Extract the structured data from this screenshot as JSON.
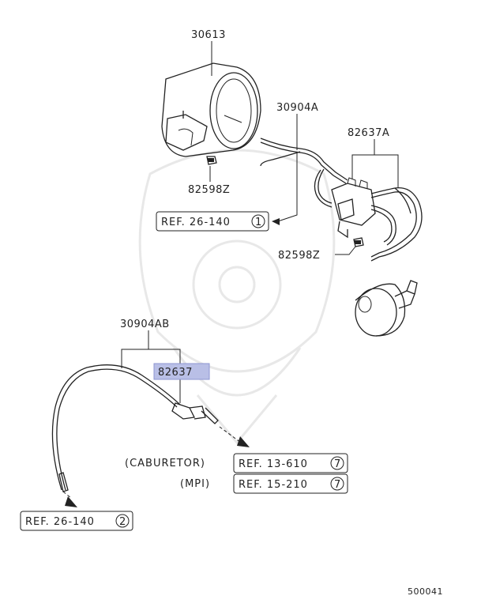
{
  "parts": {
    "canister": "30613",
    "hose_upper": "30904A",
    "solenoid_valve": "82637A",
    "screw_left": "82598Z",
    "screw_right": "82598Z",
    "hose_lower": "30904AB",
    "highlighted_part": "82637"
  },
  "refs": {
    "ref1": {
      "text": "REF. 26-140",
      "circle": "1"
    },
    "ref2": {
      "text": "REF. 13-610",
      "circle": "7",
      "prefix": "(CABURETOR)"
    },
    "ref3": {
      "text": "REF. 15-210",
      "circle": "7",
      "prefix": "(MPI)"
    },
    "ref4": {
      "text": "REF. 26-140",
      "circle": "2"
    }
  },
  "diagram_id": "500041"
}
